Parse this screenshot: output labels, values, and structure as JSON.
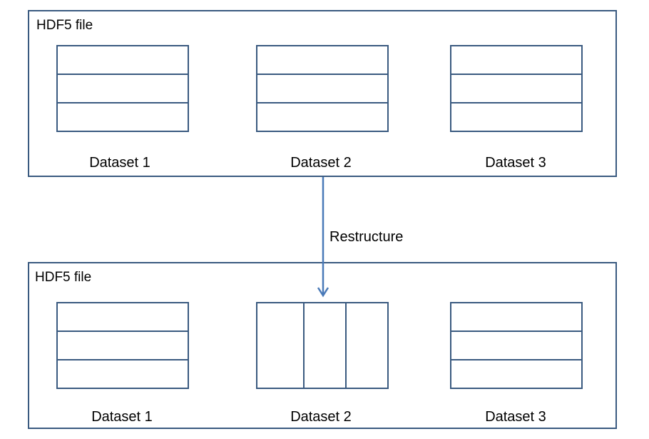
{
  "top_file": {
    "title": "HDF5 file",
    "datasets": [
      "Dataset 1",
      "Dataset 2",
      "Dataset 3"
    ]
  },
  "bottom_file": {
    "title": "HDF5 file",
    "datasets": [
      "Dataset 1",
      "Dataset 2",
      "Dataset 3"
    ]
  },
  "arrow": {
    "label": "Restructure"
  },
  "colors": {
    "stroke": "#3a5a80",
    "arrow": "#4a7ab8"
  }
}
